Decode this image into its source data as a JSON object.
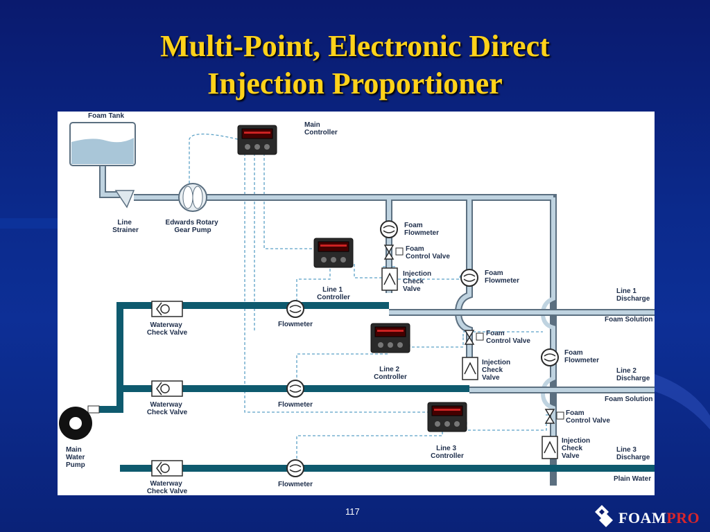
{
  "slide": {
    "title_line1": "Multi-Point, Electronic Direct",
    "title_line2": "Injection Proportioner",
    "page_number": "117"
  },
  "logo": {
    "foam": "FOAM",
    "pro": "PRO"
  },
  "diagram": {
    "foam_tank": "Foam Tank",
    "line_strainer": [
      "Line",
      "Strainer"
    ],
    "gear_pump": [
      "Edwards Rotary",
      "Gear Pump"
    ],
    "main_controller": [
      "Main",
      "Controller"
    ],
    "main_water_pump": [
      "Main",
      "Water",
      "Pump"
    ],
    "waterway_check_valve": [
      "Waterway",
      "Check Valve"
    ],
    "flowmeter": "Flowmeter",
    "foam_flowmeter": [
      "Foam",
      "Flowmeter"
    ],
    "foam_control_valve": [
      "Foam",
      "Control Valve"
    ],
    "injection_check_valve": [
      "Injection",
      "Check",
      "Valve"
    ],
    "line1_controller": [
      "Line 1",
      "Controller"
    ],
    "line2_controller": [
      "Line 2",
      "Controller"
    ],
    "line3_controller": [
      "Line 3",
      "Controller"
    ],
    "line1_discharge": [
      "Line 1",
      "Discharge"
    ],
    "line2_discharge": [
      "Line 2",
      "Discharge"
    ],
    "line3_discharge": [
      "Line 3",
      "Discharge"
    ],
    "foam_solution": "Foam Solution",
    "plain_water": "Plain Water"
  },
  "colors": {
    "title": "#ffd21a",
    "water_pipe": "#0e5a6e",
    "foam_pipe": "#bfd3e0",
    "pipe_outline": "#5b6f80",
    "signal_line": "#5aa0c6"
  }
}
